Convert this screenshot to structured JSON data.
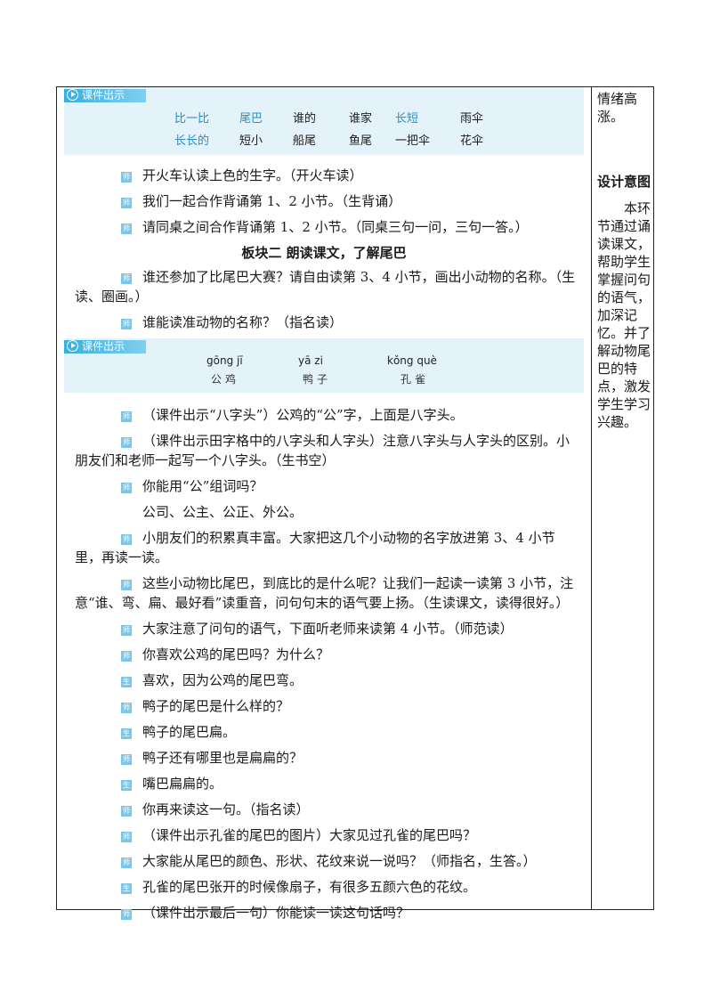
{
  "courseware_label": "课件出示",
  "courseware1": {
    "row1": [
      "比一比",
      "尾巴",
      "谁的",
      "谁家",
      "长短",
      "雨伞"
    ],
    "row2": [
      "长长的",
      "短小",
      "船尾",
      "鱼尾",
      "一把伞",
      "花伞"
    ]
  },
  "tags": {
    "teacher": "师",
    "student": "生"
  },
  "paras_a": [
    "开火车认读上色的生字。（开火车读）",
    "我们一起合作背诵第 1、2 小节。（生背诵）",
    "请同桌之间合作背诵第 1、2 小节。（同桌三句一问，三句一答。）"
  ],
  "heading": "板块二  朗读课文，了解尾巴",
  "paras_b": [
    "谁还参加了比尾巴大赛？请自由读第 3、4 小节，画出小动物的名称。（生读、圈画。）",
    "谁能读准动物的名称？（指名读）"
  ],
  "courseware2": {
    "pinyin": [
      "gōng jī",
      "yā zi",
      "kǒng què"
    ],
    "hanzi": [
      "公鸡",
      "鸭子",
      "孔雀"
    ]
  },
  "paras_c": [
    {
      "tag": "teacher",
      "text": "（课件出示“八字头”）公鸡的“公”字，上面是八字头。"
    },
    {
      "tag": "teacher",
      "text": "（课件出示田字格中的八字头和人字头）注意八字头与人字头的区别。小朋友们和老师一起写一个八字头。（生书空）"
    },
    {
      "tag": "teacher",
      "text": "你能用“公”组词吗？"
    },
    {
      "tag": "none",
      "text": "公司、公主、公正、外公。"
    },
    {
      "tag": "teacher",
      "text": "小朋友们的积累真丰富。大家把这几个小动物的名字放进第 3、4 小节里，再读一读。"
    },
    {
      "tag": "teacher",
      "text": "这些小动物比尾巴，到底比的是什么呢？让我们一起读一读第 3 小节，注意“谁、弯、扁、最好看”读重音，问句句末的语气要上扬。（生读课文，读得很好。）"
    },
    {
      "tag": "teacher",
      "text": "大家注意了问句的语气，下面听老师来读第 4 小节。（师范读）"
    },
    {
      "tag": "teacher",
      "text": "你喜欢公鸡的尾巴吗？为什么？"
    },
    {
      "tag": "student",
      "text": "喜欢，因为公鸡的尾巴弯。"
    },
    {
      "tag": "teacher",
      "text": "鸭子的尾巴是什么样的？"
    },
    {
      "tag": "student",
      "text": "鸭子的尾巴扁。"
    },
    {
      "tag": "teacher",
      "text": "鸭子还有哪里也是扁扁的？"
    },
    {
      "tag": "student",
      "text": "嘴巴扁扁的。"
    },
    {
      "tag": "teacher",
      "text": "你再来读这一句。（指名读）"
    },
    {
      "tag": "teacher",
      "text": "（课件出示孔雀的尾巴的图片）大家见过孔雀的尾巴吗？"
    },
    {
      "tag": "teacher",
      "text": "大家能从尾巴的颜色、形状、花纹来说一说吗？（师指名，生答。）"
    },
    {
      "tag": "student",
      "text": "孔雀的尾巴张开的时候像扇子，有很多五颜六色的花纹。"
    },
    {
      "tag": "teacher",
      "text": "（课件出示最后一句）你能读一读这句话吗？"
    }
  ],
  "side": {
    "top": "情绪高涨。",
    "design_title": "设计意图",
    "design_body": "本环节通过诵读课文，帮助学生掌握问句的语气，加深记忆。并了解动物尾巴的特点，激发学生学习兴趣。"
  }
}
